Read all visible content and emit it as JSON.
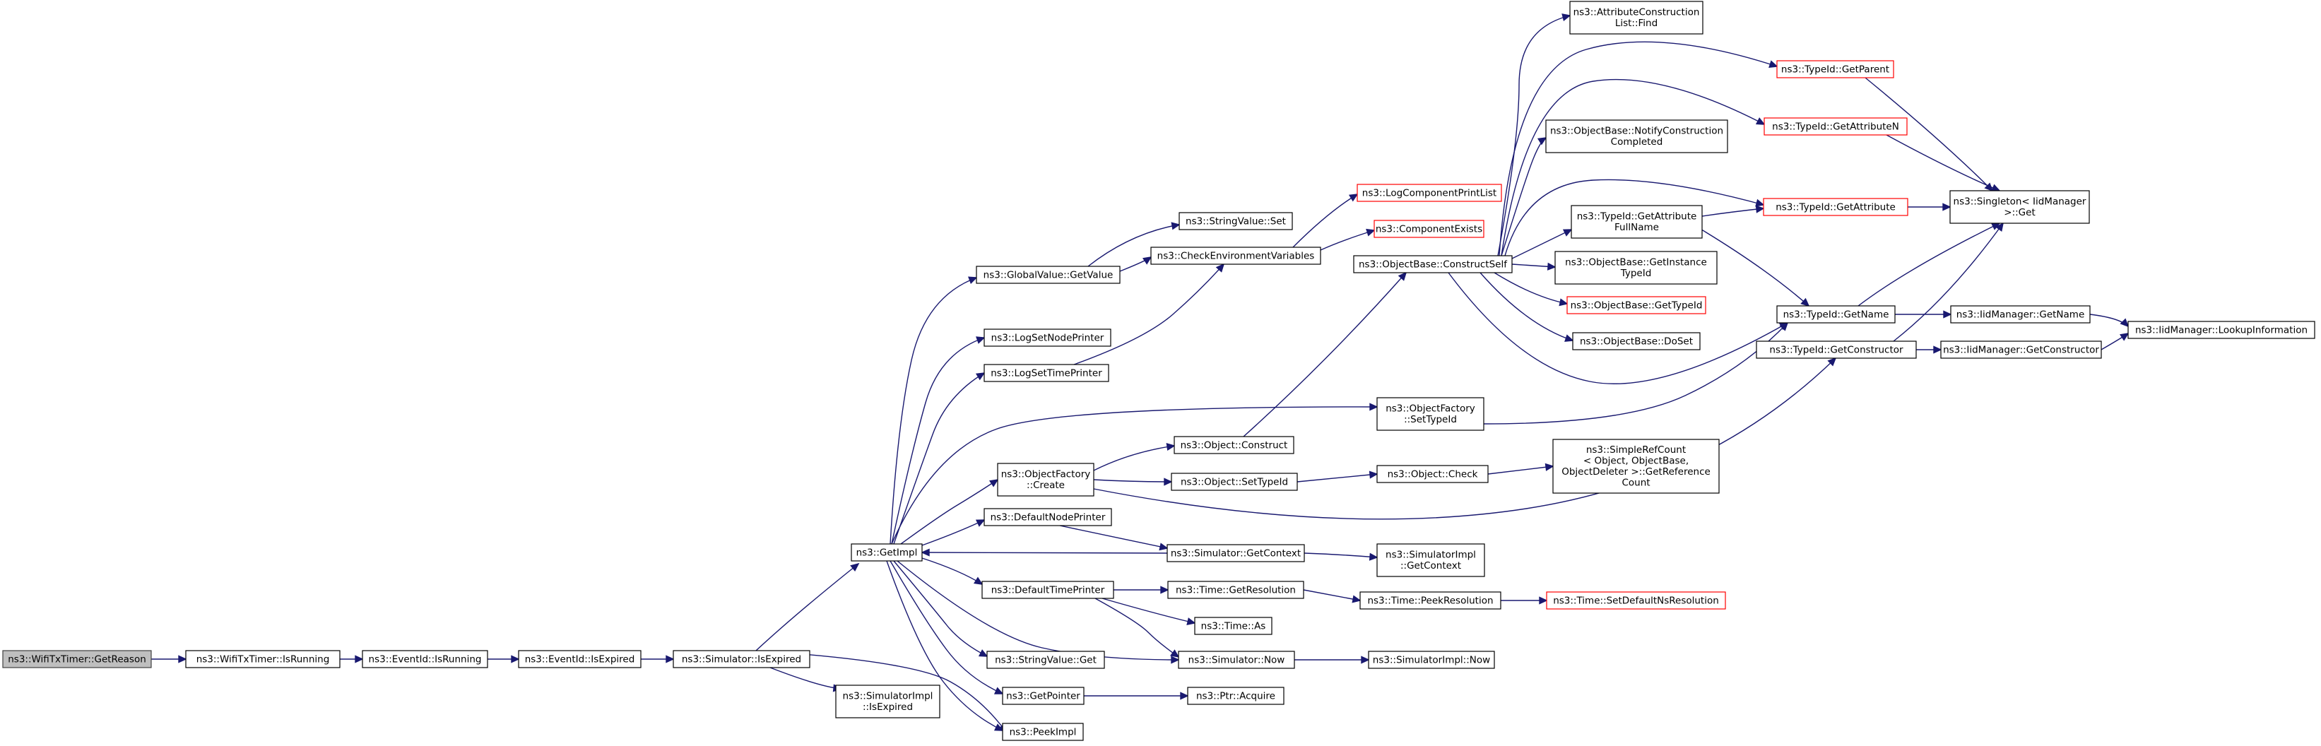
{
  "nodes": [
    {
      "id": "n0",
      "lines": [
        "ns3::WifiTxTimer::GetReason"
      ],
      "root": true
    },
    {
      "id": "n1",
      "lines": [
        "ns3::WifiTxTimer::IsRunning"
      ]
    },
    {
      "id": "n2",
      "lines": [
        "ns3::EventId::IsRunning"
      ]
    },
    {
      "id": "n3",
      "lines": [
        "ns3::EventId::IsExpired"
      ]
    },
    {
      "id": "n4",
      "lines": [
        "ns3::Simulator::IsExpired"
      ]
    },
    {
      "id": "n5",
      "lines": [
        "ns3::GetImpl"
      ]
    },
    {
      "id": "n6",
      "lines": [
        "ns3::SimulatorImpl",
        "::IsExpired"
      ]
    },
    {
      "id": "n7",
      "lines": [
        "ns3::PeekImpl"
      ]
    },
    {
      "id": "n8",
      "lines": [
        "ns3::GlobalValue::GetValue"
      ]
    },
    {
      "id": "n9",
      "lines": [
        "ns3::LogSetNodePrinter"
      ]
    },
    {
      "id": "n10",
      "lines": [
        "ns3::LogSetTimePrinter"
      ]
    },
    {
      "id": "n11",
      "lines": [
        "ns3::ObjectFactory",
        "::Create"
      ]
    },
    {
      "id": "n12",
      "lines": [
        "ns3::DefaultNodePrinter"
      ]
    },
    {
      "id": "n13",
      "lines": [
        "ns3::DefaultTimePrinter"
      ]
    },
    {
      "id": "n14",
      "lines": [
        "ns3::StringValue::Get"
      ]
    },
    {
      "id": "n15",
      "lines": [
        "ns3::GetPointer"
      ]
    },
    {
      "id": "n16",
      "lines": [
        "ns3::StringValue::Set"
      ]
    },
    {
      "id": "n17",
      "lines": [
        "ns3::CheckEnvironmentVariables"
      ]
    },
    {
      "id": "n18",
      "lines": [
        "ns3::Object::Construct"
      ]
    },
    {
      "id": "n19",
      "lines": [
        "ns3::Object::SetTypeId"
      ]
    },
    {
      "id": "n20",
      "lines": [
        "ns3::Simulator::GetContext"
      ]
    },
    {
      "id": "n21",
      "lines": [
        "ns3::Time::GetResolution"
      ]
    },
    {
      "id": "n22",
      "lines": [
        "ns3::Time::As"
      ]
    },
    {
      "id": "n23",
      "lines": [
        "ns3::Simulator::Now"
      ]
    },
    {
      "id": "n24",
      "lines": [
        "ns3::Ptr::Acquire"
      ]
    },
    {
      "id": "n25",
      "lines": [
        "ns3::LogComponentPrintList"
      ],
      "red": true
    },
    {
      "id": "n26",
      "lines": [
        "ns3::ComponentExists"
      ],
      "red": true
    },
    {
      "id": "n27",
      "lines": [
        "ns3::ObjectBase::ConstructSelf"
      ]
    },
    {
      "id": "n28",
      "lines": [
        "ns3::ObjectFactory",
        "::SetTypeId"
      ]
    },
    {
      "id": "n29",
      "lines": [
        "ns3::Object::Check"
      ]
    },
    {
      "id": "n30",
      "lines": [
        "ns3::SimulatorImpl",
        "::GetContext"
      ]
    },
    {
      "id": "n31",
      "lines": [
        "ns3::Time::PeekResolution"
      ]
    },
    {
      "id": "n32",
      "lines": [
        "ns3::SimulatorImpl::Now"
      ]
    },
    {
      "id": "n33",
      "lines": [
        "ns3::AttributeConstruction",
        "List::Find"
      ]
    },
    {
      "id": "n34",
      "lines": [
        "ns3::ObjectBase::NotifyConstruction",
        "Completed"
      ]
    },
    {
      "id": "n35",
      "lines": [
        "ns3::TypeId::GetAttribute",
        "FullName"
      ]
    },
    {
      "id": "n36",
      "lines": [
        "ns3::ObjectBase::GetInstance",
        "TypeId"
      ]
    },
    {
      "id": "n37",
      "lines": [
        "ns3::ObjectBase::GetTypeId"
      ],
      "red": true
    },
    {
      "id": "n38",
      "lines": [
        "ns3::ObjectBase::DoSet"
      ]
    },
    {
      "id": "n39",
      "lines": [
        "ns3::SimpleRefCount",
        "< Object, ObjectBase,",
        "ObjectDeleter >::GetReference",
        "Count"
      ]
    },
    {
      "id": "n40",
      "lines": [
        "ns3::Time::SetDefaultNsResolution"
      ],
      "red": true
    },
    {
      "id": "n41",
      "lines": [
        "ns3::TypeId::GetParent"
      ],
      "red": true
    },
    {
      "id": "n42",
      "lines": [
        "ns3::TypeId::GetAttributeN"
      ],
      "red": true
    },
    {
      "id": "n43",
      "lines": [
        "ns3::TypeId::GetAttribute"
      ],
      "red": true
    },
    {
      "id": "n44",
      "lines": [
        "ns3::TypeId::GetName"
      ]
    },
    {
      "id": "n45",
      "lines": [
        "ns3::TypeId::GetConstructor"
      ]
    },
    {
      "id": "n46",
      "lines": [
        "ns3::Singleton< IidManager",
        ">::Get"
      ]
    },
    {
      "id": "n47",
      "lines": [
        "ns3::IidManager::GetName"
      ]
    },
    {
      "id": "n48",
      "lines": [
        "ns3::IidManager::GetConstructor"
      ]
    },
    {
      "id": "n49",
      "lines": [
        "ns3::IidManager::LookupInformation"
      ]
    }
  ],
  "edges": [
    [
      "n0",
      "n1"
    ],
    [
      "n1",
      "n2"
    ],
    [
      "n2",
      "n3"
    ],
    [
      "n3",
      "n4"
    ],
    [
      "n4",
      "n5"
    ],
    [
      "n4",
      "n6"
    ],
    [
      "n4",
      "n7"
    ],
    [
      "n5",
      "n8"
    ],
    [
      "n5",
      "n9"
    ],
    [
      "n5",
      "n10"
    ],
    [
      "n5",
      "n11"
    ],
    [
      "n5",
      "n12"
    ],
    [
      "n5",
      "n13"
    ],
    [
      "n5",
      "n14"
    ],
    [
      "n5",
      "n15"
    ],
    [
      "n5",
      "n7"
    ],
    [
      "n5",
      "n28"
    ],
    [
      "n5",
      "n23"
    ],
    [
      "n8",
      "n16"
    ],
    [
      "n8",
      "n17"
    ],
    [
      "n10",
      "n17"
    ],
    [
      "n17",
      "n25"
    ],
    [
      "n17",
      "n26"
    ],
    [
      "n11",
      "n18"
    ],
    [
      "n11",
      "n19"
    ],
    [
      "n11",
      "n45"
    ],
    [
      "n12",
      "n20"
    ],
    [
      "n20",
      "n5"
    ],
    [
      "n20",
      "n30"
    ],
    [
      "n13",
      "n21"
    ],
    [
      "n13",
      "n22"
    ],
    [
      "n13",
      "n23"
    ],
    [
      "n15",
      "n24"
    ],
    [
      "n18",
      "n27"
    ],
    [
      "n19",
      "n29"
    ],
    [
      "n29",
      "n39"
    ],
    [
      "n21",
      "n31"
    ],
    [
      "n31",
      "n40"
    ],
    [
      "n23",
      "n32"
    ],
    [
      "n28",
      "n44"
    ],
    [
      "n27",
      "n33"
    ],
    [
      "n27",
      "n34"
    ],
    [
      "n27",
      "n35"
    ],
    [
      "n27",
      "n36"
    ],
    [
      "n27",
      "n37"
    ],
    [
      "n27",
      "n38"
    ],
    [
      "n27",
      "n41"
    ],
    [
      "n27",
      "n42"
    ],
    [
      "n27",
      "n43"
    ],
    [
      "n27",
      "n44"
    ],
    [
      "n35",
      "n43"
    ],
    [
      "n35",
      "n44"
    ],
    [
      "n41",
      "n46"
    ],
    [
      "n42",
      "n46"
    ],
    [
      "n43",
      "n46"
    ],
    [
      "n44",
      "n46"
    ],
    [
      "n44",
      "n47"
    ],
    [
      "n45",
      "n46"
    ],
    [
      "n45",
      "n48"
    ],
    [
      "n47",
      "n49"
    ],
    [
      "n48",
      "n49"
    ]
  ]
}
